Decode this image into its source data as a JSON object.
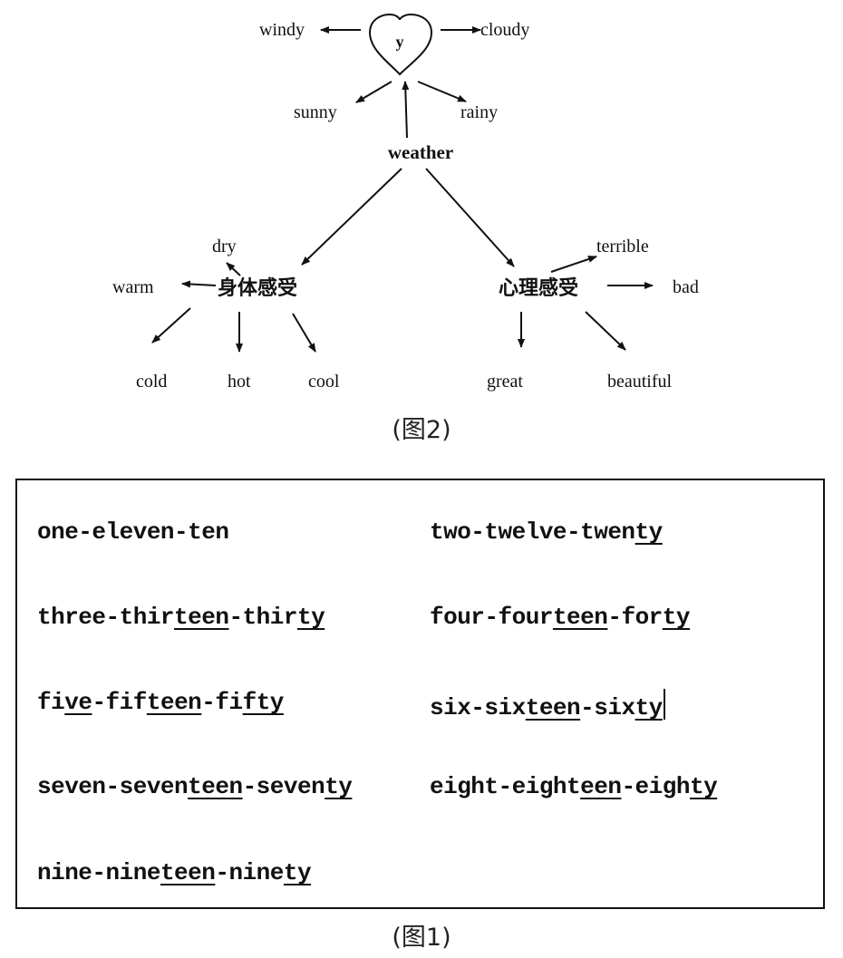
{
  "diagram": {
    "center": "y",
    "top_words": {
      "left": "windy",
      "right": "cloudy"
    },
    "middle_words": {
      "left": "sunny",
      "right": "rainy"
    },
    "root": "weather",
    "branch_left": {
      "label": "身体感受",
      "words": [
        "dry",
        "warm",
        "cold",
        "hot",
        "cool"
      ]
    },
    "branch_right": {
      "label": "心理感受",
      "words": [
        "terrible",
        "bad",
        "great",
        "beautiful"
      ]
    },
    "caption": "(图2)"
  },
  "number_box": {
    "rows": [
      {
        "segments": [
          {
            "text": "one-eleven-ten",
            "u": false
          }
        ]
      },
      {
        "segments": [
          {
            "text": "two-twelve-twen",
            "u": false
          },
          {
            "text": "ty",
            "u": true
          }
        ]
      },
      {
        "segments": [
          {
            "text": "three-thir",
            "u": false
          },
          {
            "text": "teen",
            "u": true
          },
          {
            "text": "-thir",
            "u": false
          },
          {
            "text": "ty",
            "u": true
          }
        ]
      },
      {
        "segments": [
          {
            "text": "four-four",
            "u": false
          },
          {
            "text": "teen",
            "u": true
          },
          {
            "text": "-for",
            "u": false
          },
          {
            "text": "ty",
            "u": true
          }
        ]
      },
      {
        "segments": [
          {
            "text": "fi",
            "u": false
          },
          {
            "text": "ve",
            "u": true
          },
          {
            "text": "-fif",
            "u": false
          },
          {
            "text": "teen",
            "u": true
          },
          {
            "text": "-fi",
            "u": false
          },
          {
            "text": "fty",
            "u": true
          }
        ]
      },
      {
        "segments": [
          {
            "text": "six-six",
            "u": false
          },
          {
            "text": "teen",
            "u": true
          },
          {
            "text": "-six",
            "u": false
          },
          {
            "text": "ty",
            "u": true
          }
        ]
      },
      {
        "segments": [
          {
            "text": "seven-seven",
            "u": false
          },
          {
            "text": "teen",
            "u": true
          },
          {
            "text": "-seven",
            "u": false
          },
          {
            "text": "ty",
            "u": true
          }
        ]
      },
      {
        "segments": [
          {
            "text": "eight-eight",
            "u": false
          },
          {
            "text": "een",
            "u": true
          },
          {
            "text": "-eigh",
            "u": false
          },
          {
            "text": "ty",
            "u": true
          }
        ]
      },
      {
        "segments": [
          {
            "text": "nine-nine",
            "u": false
          },
          {
            "text": "teen",
            "u": true
          },
          {
            "text": "-nine",
            "u": false
          },
          {
            "text": "ty",
            "u": true
          }
        ]
      }
    ],
    "caption": "(图1)"
  }
}
